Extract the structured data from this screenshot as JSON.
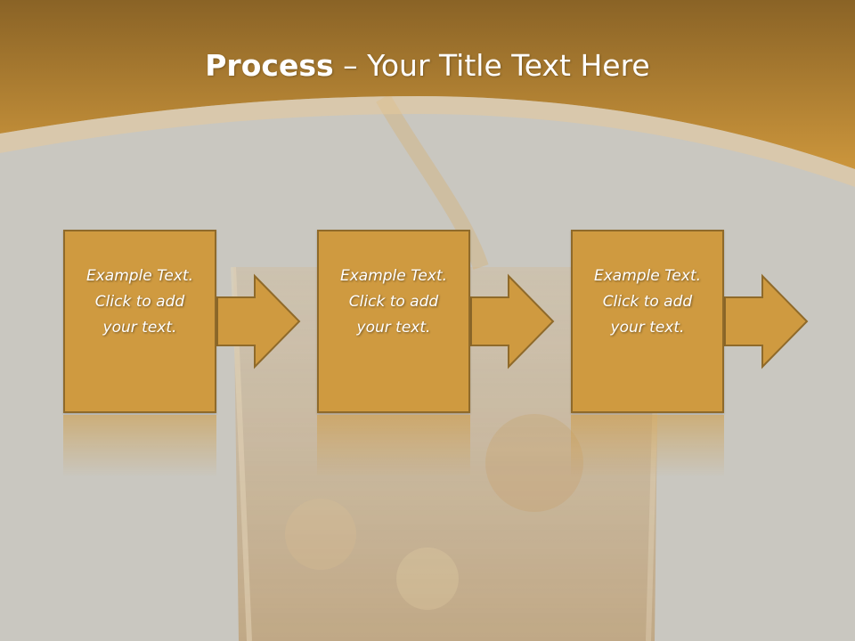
{
  "slide": {
    "title_bold": "Process",
    "title_rest": " – Your Title Text Here"
  },
  "steps": [
    {
      "text": "Example Text.\nClick  to add\nyour text."
    },
    {
      "text": "Example Text.\nClick  to add\nyour text."
    },
    {
      "text": "Example Text.\nClick  to add\nyour text."
    }
  ],
  "colors": {
    "banner": "#c8933a",
    "box": "#cf9a40",
    "box_border": "#8f6a2a",
    "background": "#c9c7c0"
  }
}
